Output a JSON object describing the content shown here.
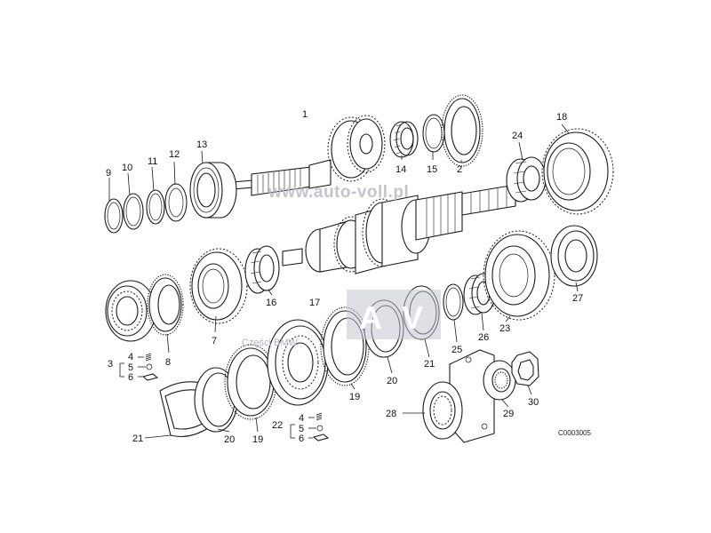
{
  "diagram_code": "C0003005",
  "watermark": {
    "url": "www.auto-voll.pl",
    "caption": "Części BMW",
    "logo_letters": [
      "A",
      "V"
    ]
  },
  "callouts": {
    "n1": "1",
    "n2": "2",
    "n3": "3",
    "n4a": "4",
    "n5a": "5",
    "n6a": "6",
    "n7": "7",
    "n8": "8",
    "n9": "9",
    "n10": "10",
    "n11": "11",
    "n12": "12",
    "n13": "13",
    "n14": "14",
    "n15": "15",
    "n16": "16",
    "n17": "17",
    "n18": "18",
    "n19a": "19",
    "n20a": "20",
    "n21a": "21",
    "n19b": "19",
    "n20b": "20",
    "n21b": "21",
    "n22": "22",
    "n4b": "4",
    "n5b": "5",
    "n6b": "6",
    "n23": "23",
    "n24": "24",
    "n25": "25",
    "n26": "26",
    "n27": "27",
    "n28": "28",
    "n29": "29",
    "n30": "30"
  }
}
